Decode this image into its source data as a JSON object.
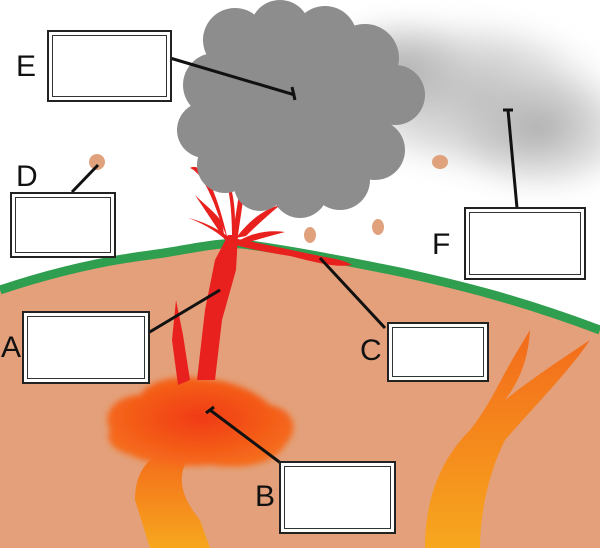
{
  "labels": {
    "a": "A",
    "b": "B",
    "c": "C",
    "d": "D",
    "e": "E",
    "f": "F"
  },
  "colors": {
    "ground": "#e3a07a",
    "grass": "#2f9e4f",
    "cloud": "#8d8d8d",
    "lava": "#e8201e",
    "magma": "#f26a1b",
    "magma_deep": "#f5a21e",
    "pebble": "#e0a27c"
  }
}
